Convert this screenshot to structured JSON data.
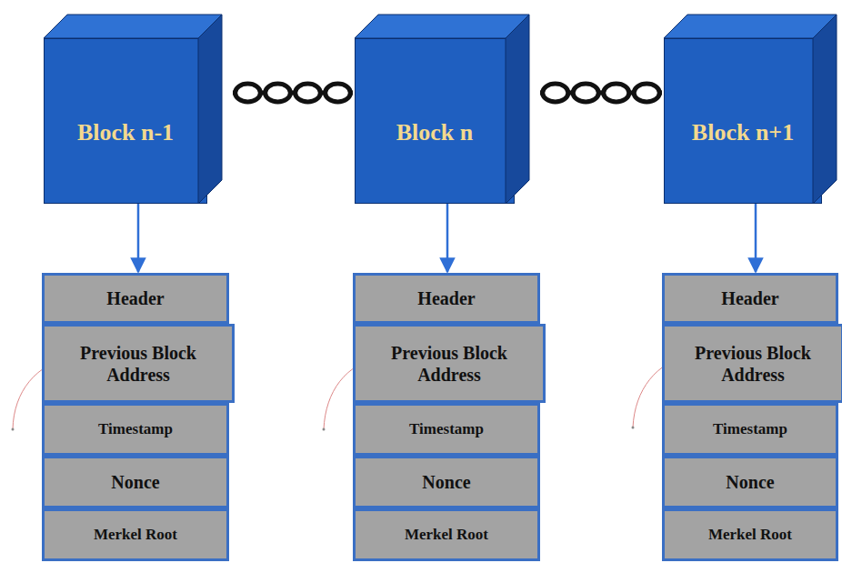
{
  "diagram": {
    "nodes": [
      {
        "text": [
          "Block n-1"
        ]
      },
      {
        "text": [
          "Block n"
        ]
      },
      {
        "text": [
          "Block n+1"
        ]
      },
      {
        "text": [
          "Header"
        ]
      },
      {
        "text": [
          "Previous Block Address"
        ]
      },
      {
        "text": [
          "Timestamp"
        ]
      },
      {
        "text": [
          "Nonce"
        ]
      },
      {
        "text": [
          "Merkel Root"
        ]
      },
      {
        "text": [
          "Header"
        ]
      },
      {
        "text": [
          "Previous Block Address"
        ]
      },
      {
        "text": [
          "Timestamp"
        ]
      },
      {
        "text": [
          "Nonce"
        ]
      },
      {
        "text": [
          "Merkel Root"
        ]
      },
      {
        "text": [
          "Header"
        ]
      },
      {
        "text": [
          "Previous Block Address"
        ]
      },
      {
        "text": [
          "Timestamp"
        ]
      },
      {
        "text": [
          "Nonce"
        ]
      },
      {
        "text": [
          "Merkel Root"
        ]
      }
    ],
    "edges": [
      {
        "from": 0,
        "to": 1,
        "arrow": "none"
      },
      {
        "from": 1,
        "to": 2,
        "arrow": "none"
      },
      {
        "from": 0,
        "to": 3,
        "arrow": "to"
      },
      {
        "from": 1,
        "to": 8,
        "arrow": "to"
      },
      {
        "from": 2,
        "to": 13,
        "arrow": "to"
      }
    ]
  }
}
